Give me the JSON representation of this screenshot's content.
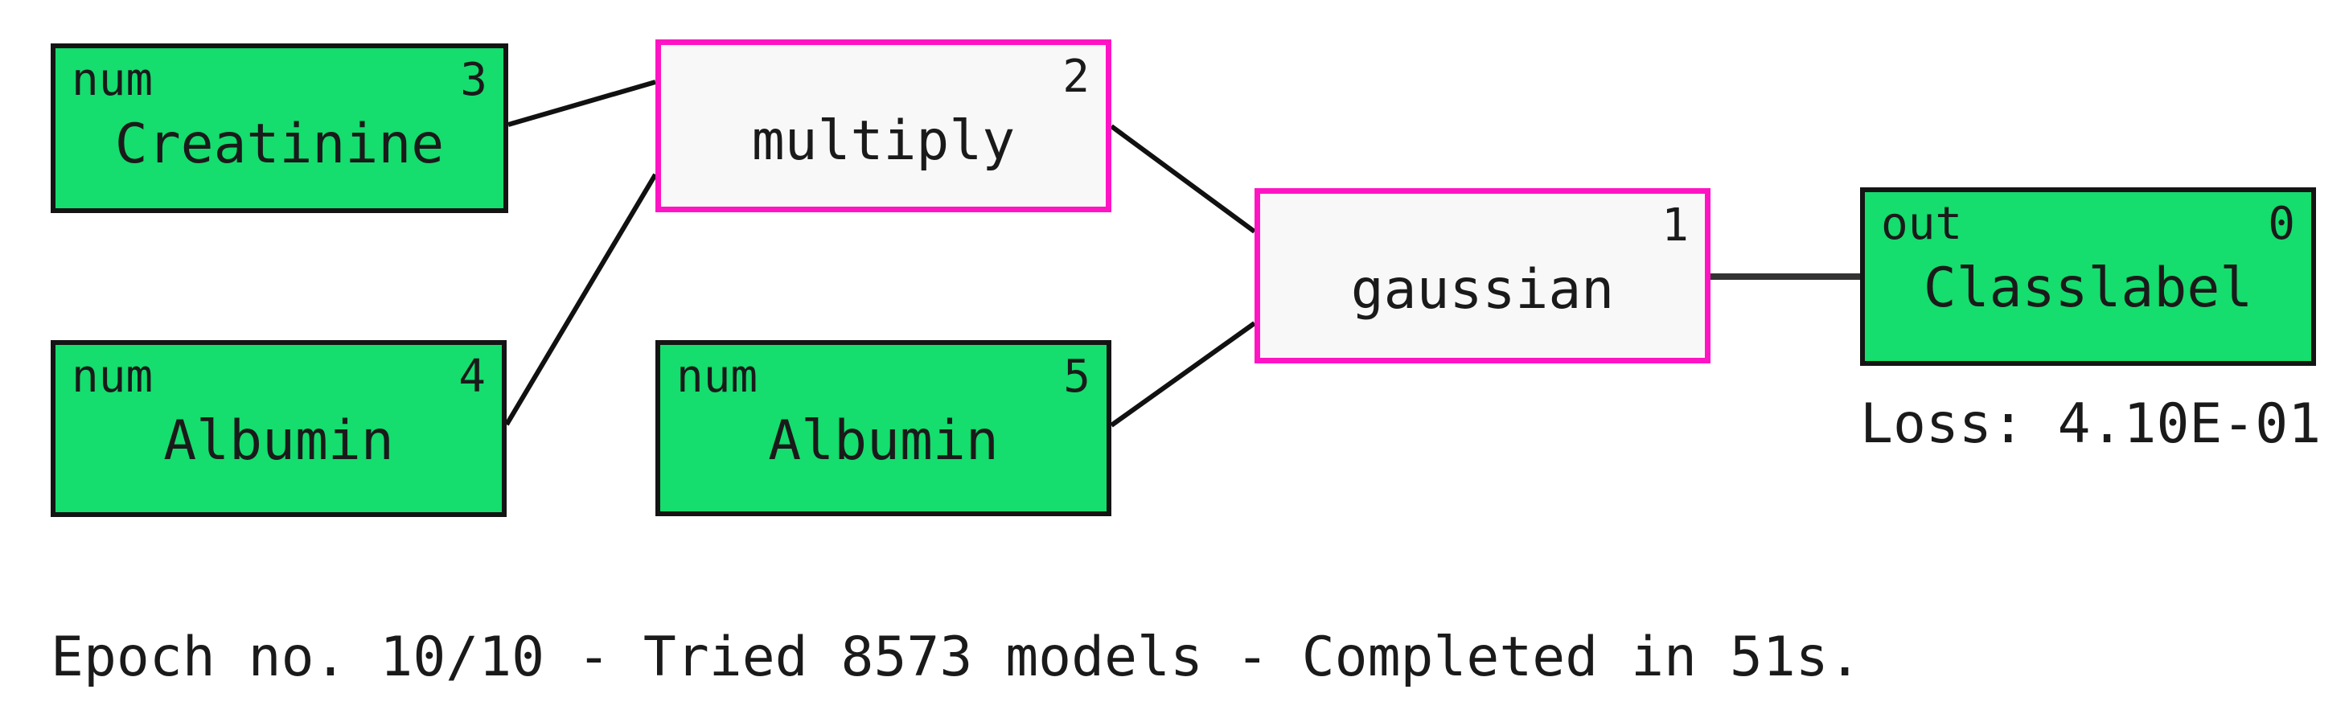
{
  "diagram": {
    "nodes": [
      {
        "kind": "num",
        "index": "3",
        "label": "Creatinine"
      },
      {
        "kind": "",
        "index": "2",
        "label": "multiply"
      },
      {
        "kind": "num",
        "index": "4",
        "label": "Albumin"
      },
      {
        "kind": "num",
        "index": "5",
        "label": "Albumin"
      },
      {
        "kind": "",
        "index": "1",
        "label": "gaussian"
      },
      {
        "kind": "out",
        "index": "0",
        "label": "Classlabel"
      }
    ],
    "edges": [
      {
        "from": "Creatinine (3)",
        "to": "multiply (2)"
      },
      {
        "from": "Albumin (4)",
        "to": "multiply (2)"
      },
      {
        "from": "multiply (2)",
        "to": "gaussian (1)"
      },
      {
        "from": "Albumin (5)",
        "to": "gaussian (1)"
      },
      {
        "from": "gaussian (1)",
        "to": "Classlabel (0)"
      }
    ],
    "loss_text": "Loss: 4.10E-01",
    "status_text": "Epoch no. 10/10 - Tried 8573 models - Completed in 51s.",
    "colors": {
      "input_node_fill": "#15DD6E",
      "input_node_border": "#141414",
      "function_node_fill": "#F8F8F8",
      "function_node_border": "#FF14C4",
      "edge_line": "#111111",
      "output_edge_line": "#333333",
      "text": "#1A1A1A",
      "background": "#FFFFFF"
    }
  }
}
